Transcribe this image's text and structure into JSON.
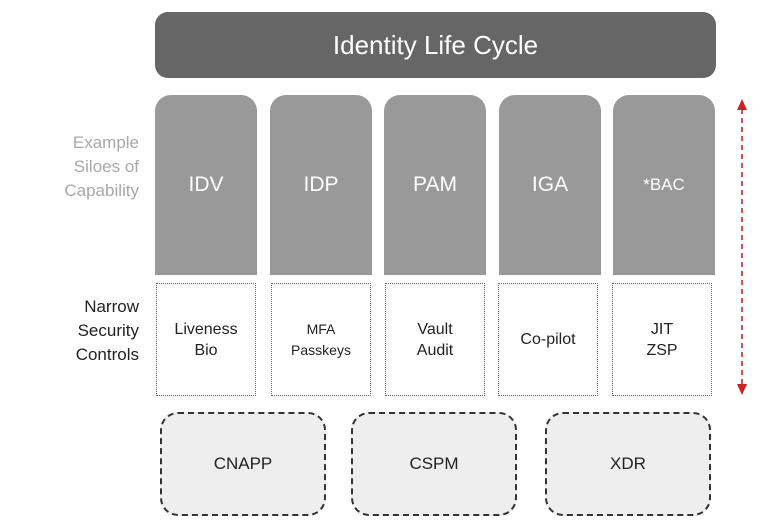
{
  "title": "Identity Life Cycle",
  "row_labels": {
    "silos": [
      "Example",
      "Siloes of",
      "Capability"
    ],
    "controls": [
      "Narrow",
      "Security",
      "Controls"
    ]
  },
  "silos": [
    {
      "label": "IDV",
      "controls": [
        "Liveness",
        "Bio"
      ]
    },
    {
      "label": "IDP",
      "controls": [
        "MFA",
        "Passkeys"
      ]
    },
    {
      "label": "PAM",
      "controls": [
        "Vault",
        "Audit"
      ]
    },
    {
      "label": "IGA",
      "controls": [
        "Co-pilot"
      ]
    },
    {
      "label": "*BAC",
      "controls": [
        "JIT",
        "ZSP"
      ]
    }
  ],
  "platforms": [
    "CNAPP",
    "CSPM",
    "XDR"
  ],
  "colors": {
    "title_bg": "#666666",
    "silo_bg": "#999999",
    "muted_label": "#a8a8a8",
    "arrow": "#cc2222",
    "platform_bg": "#eeeeee"
  }
}
